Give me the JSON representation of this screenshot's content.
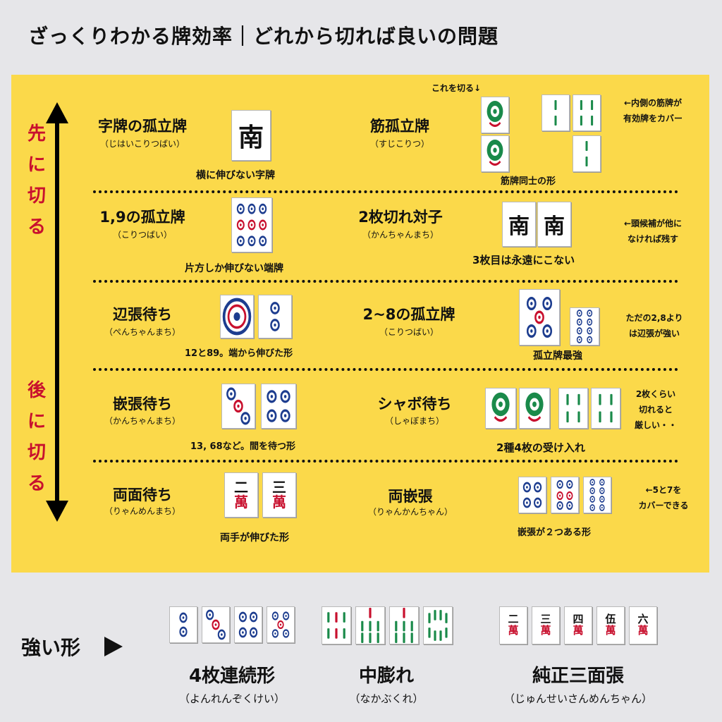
{
  "title": "ざっくりわかる牌効率｜どれから切れば良いの問題",
  "side": {
    "first": [
      "先",
      "に",
      "切",
      "る"
    ],
    "later": [
      "後",
      "に",
      "切",
      "る"
    ]
  },
  "rows": {
    "r1": {
      "left": {
        "main": "字牌の孤立牌",
        "sub": "（じはいこりつばい）",
        "caption": "横に伸びない字牌",
        "tile": "南"
      },
      "right": {
        "main": "筋孤立牌",
        "sub": "（すじこりつ）",
        "top_note": "これを切る↓",
        "caption": "筋牌同士の形",
        "note": [
          "←内側の筋牌が",
          "有効牌をカバー"
        ]
      }
    },
    "r2": {
      "left": {
        "main": "1,9の孤立牌",
        "sub": "（こりつばい）",
        "caption": "片方しか伸びない端牌"
      },
      "right": {
        "main": "2枚切れ対子",
        "sub": "（かんちゃんまち）",
        "caption": "3枚目は永遠にこない",
        "tile": "南",
        "note": [
          "←頭候補が他に",
          "なければ残す"
        ]
      }
    },
    "r3": {
      "left": {
        "main": "辺張待ち",
        "sub": "（ぺんちゃんまち）",
        "caption": "12と89。端から伸びた形"
      },
      "right": {
        "main": "2~8の孤立牌",
        "sub": "（こりつばい）",
        "caption": "孤立牌最強",
        "note": [
          "ただの2,8より",
          "は辺張が強い"
        ]
      }
    },
    "r4": {
      "left": {
        "main": "嵌張待ち",
        "sub": "（かんちゃんまち）",
        "caption": "13, 68など。間を待つ形"
      },
      "right": {
        "main": "シャボ待ち",
        "sub": "（しゃぼまち）",
        "caption": "2種4枚の受け入れ",
        "note": [
          "2枚くらい",
          "切れると",
          "厳しい・・"
        ]
      }
    },
    "r5": {
      "left": {
        "main": "両面待ち",
        "sub": "（りゃんめんまち）",
        "caption": "両手が伸びた形",
        "tiles": [
          {
            "n": "二",
            "m": "萬"
          },
          {
            "n": "三",
            "m": "萬"
          }
        ]
      },
      "right": {
        "main": "両嵌張",
        "sub": "（りゃんかんちゃん）",
        "caption": "嵌張が２つある形",
        "note": [
          "←5と7を",
          "カバーできる"
        ]
      }
    }
  },
  "bottom": {
    "label": "強い形",
    "groups": [
      {
        "main": "4枚連続形",
        "sub": "（よんれんぞくけい）"
      },
      {
        "main": "中膨れ",
        "sub": "（なかぶくれ）"
      },
      {
        "main": "純正三面張",
        "sub": "（じゅんせいさんめんちゃん）",
        "tiles": [
          {
            "n": "二",
            "m": "萬"
          },
          {
            "n": "三",
            "m": "萬"
          },
          {
            "n": "四",
            "m": "萬"
          },
          {
            "n": "伍",
            "m": "萬"
          },
          {
            "n": "六",
            "m": "萬"
          }
        ]
      }
    ]
  },
  "colors": {
    "board": "#fbd94a",
    "accent_red": "#c8102e",
    "pin_blue": "#1d3d8f",
    "sou_green": "#1a8a4a"
  }
}
